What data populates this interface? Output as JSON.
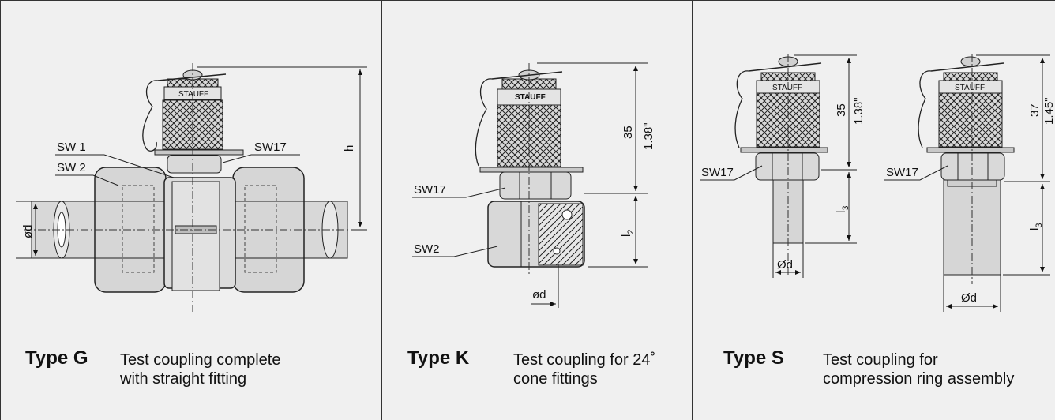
{
  "panels": [
    {
      "type": "Type G",
      "desc": [
        "Test coupling complete",
        "with straight fitting"
      ],
      "labels": {
        "sw1": "SW 1",
        "sw2": "SW 2",
        "sw17": "SW17",
        "h": "h",
        "od": "ød",
        "brand": "STAUFF"
      }
    },
    {
      "type": "Type K",
      "desc": [
        "Test coupling for 24˚",
        "cone fittings"
      ],
      "labels": {
        "sw17": "SW17",
        "sw2": "SW2",
        "dim_mm": "35",
        "dim_in": "1.38\"",
        "l2": "l",
        "l2_sub": "2",
        "od": "ød",
        "brand": "STAUFF"
      }
    },
    {
      "type": "Type S",
      "desc": [
        "Test coupling for",
        "compression ring assembly"
      ],
      "labels": {
        "left_sw17": "SW17",
        "left_dim_mm": "35",
        "left_dim_in": "1.38\"",
        "left_l3": "l",
        "left_l3_sub": "3",
        "left_od": "Ød",
        "right_sw17": "SW17",
        "right_dim_mm": "37",
        "right_dim_in": "1.45\"",
        "right_l3": "l",
        "right_l3_sub": "3",
        "right_od": "Ød",
        "brand": "STAUFF"
      }
    }
  ]
}
